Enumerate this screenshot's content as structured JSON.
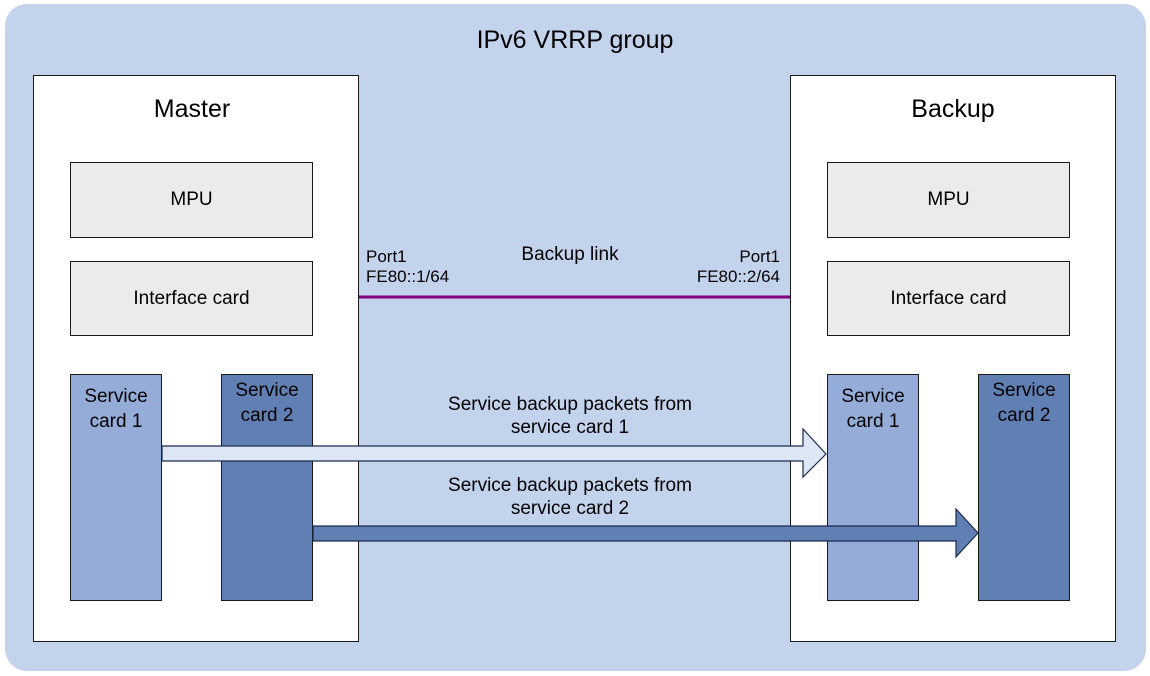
{
  "group": {
    "title": "IPv6 VRRP group",
    "bg_color": "#c4d3ec"
  },
  "master": {
    "title": "Master",
    "mpu": "MPU",
    "interface_card": "Interface card",
    "service_card_1": [
      "Service",
      "card 1"
    ],
    "service_card_2": [
      "Service",
      "card 2"
    ],
    "port": {
      "name": "Port1",
      "address": "FE80::1/64"
    }
  },
  "backup": {
    "title": "Backup",
    "mpu": "MPU",
    "interface_card": "Interface card",
    "service_card_1": [
      "Service",
      "card 1"
    ],
    "service_card_2": [
      "Service",
      "card 2"
    ],
    "port": {
      "name": "Port1",
      "address": "FE80::2/64"
    }
  },
  "links": {
    "backup_link": "Backup link",
    "backup_link_color": "#800080",
    "flow_1": [
      "Service backup packets from",
      "service card 1"
    ],
    "flow_2": [
      "Service backup packets from",
      "service card 2"
    ]
  },
  "colors": {
    "service_card_light": "#95acd8",
    "service_card_dark": "#6080b4",
    "arrow_light": "#dce6f5",
    "arrow_dark": "#6080b4"
  }
}
